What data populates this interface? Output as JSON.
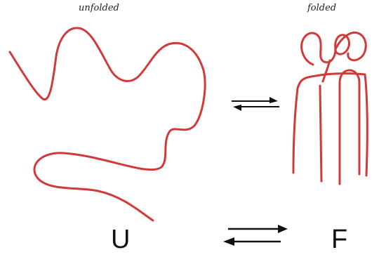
{
  "labels": {
    "unfolded": "unfolded",
    "folded": "folded"
  },
  "states": {
    "unfolded_symbol": "U",
    "folded_symbol": "F"
  },
  "colors": {
    "chain": "#d23a3a",
    "ink": "#111111"
  }
}
